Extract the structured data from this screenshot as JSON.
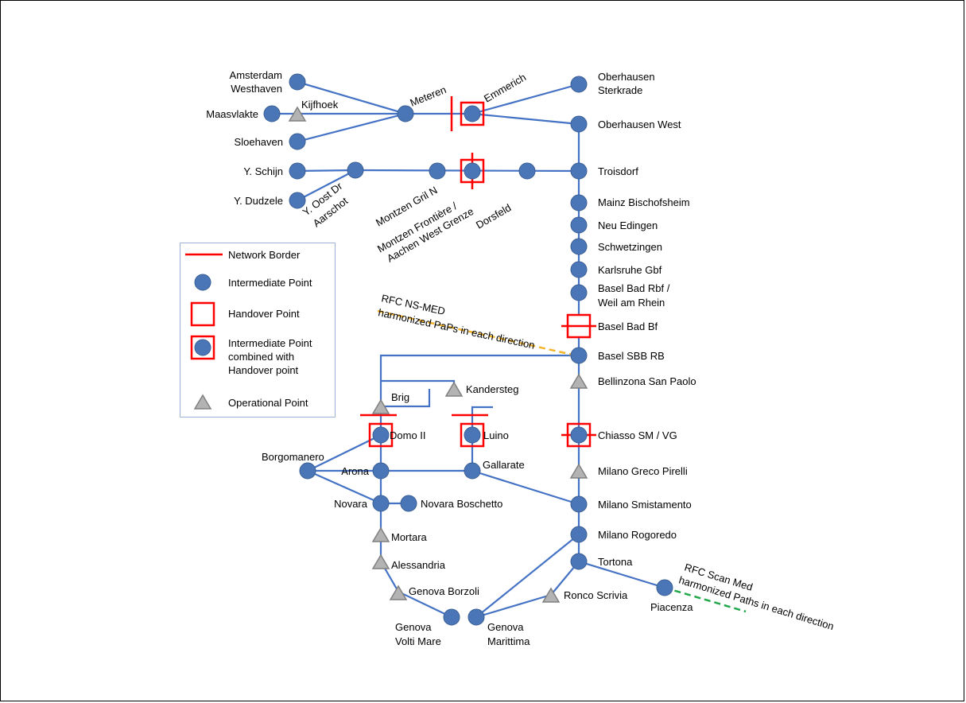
{
  "colors": {
    "line": "#4472c4",
    "node": "#4a76b8",
    "border": "#ff0000",
    "op": "#b3b3b3",
    "nsmed": "#f2b42b",
    "scanmed": "#22a84a"
  },
  "stations": {
    "amsterdam_1": "Amsterdam",
    "amsterdam_2": "Westhaven",
    "maasvlakte": "Maasvlakte",
    "kijfhoek": "Kijfhoek",
    "sloehaven": "Sloehaven",
    "meteren": "Meteren",
    "emmerich": "Emmerich",
    "oberhausen_sterkrade_1": "Oberhausen",
    "oberhausen_sterkrade_2": "Sterkrade",
    "oberhausen_west": "Oberhausen West",
    "y_schijn": "Y. Schijn",
    "y_dudzele": "Y. Dudzele",
    "y_oost_1": "Y. Oost Dr",
    "y_oost_2": "Aarschot",
    "montzen_gril": "Montzen Gril N",
    "montzen_frontiere_1": "Montzen Frontière /",
    "montzen_frontiere_2": "Aachen West Grenze",
    "dorsfeld": "Dorsfeld",
    "troisdorf": "Troisdorf",
    "mainz": "Mainz Bischofsheim",
    "neu_edingen": "Neu Edingen",
    "schwetzingen": "Schwetzingen",
    "karlsruhe": "Karlsruhe Gbf",
    "basel_bad_rbf_1": "Basel Bad Rbf /",
    "basel_bad_rbf_2": "Weil am Rhein",
    "basel_bad_bf": "Basel Bad Bf",
    "basel_sbb": "Basel SBB RB",
    "bellinzona": "Bellinzona San Paolo",
    "kandersteg": "Kandersteg",
    "brig": "Brig",
    "domo": "Domo II",
    "luino": "Luino",
    "chiasso": "Chiasso SM / VG",
    "borgomanero": "Borgomanero",
    "arona": "Arona",
    "gallarate": "Gallarate",
    "milano_greco": "Milano Greco Pirelli",
    "novara": "Novara",
    "novara_boschetto": "Novara Boschetto",
    "milano_smistamento": "Milano Smistamento",
    "milano_rogoredo": "Milano Rogoredo",
    "mortara": "Mortara",
    "tortona": "Tortona",
    "alessandria": "Alessandria",
    "genova_borzoli": "Genova Borzoli",
    "ronco_scrivia": "Ronco Scrivia",
    "piacenza": "Piacenza",
    "genova_volti_1": "Genova",
    "genova_volti_2": "Volti Mare",
    "genova_marittima_1": "Genova",
    "genova_marittima_2": "Marittima"
  },
  "annotations": {
    "nsmed_1": "RFC NS-MED",
    "nsmed_2": "harmonized PaPs in each direction",
    "scanmed_1": "RFC Scan Med",
    "scanmed_2": "harmonized Paths in each direction"
  },
  "legend": {
    "network_border": "Network Border",
    "intermediate_point": "Intermediate Point",
    "handover_point": "Handover Point",
    "combined_1": "Intermediate Point",
    "combined_2": "combined with",
    "combined_3": "Handover point",
    "operational_point": "Operational Point"
  }
}
